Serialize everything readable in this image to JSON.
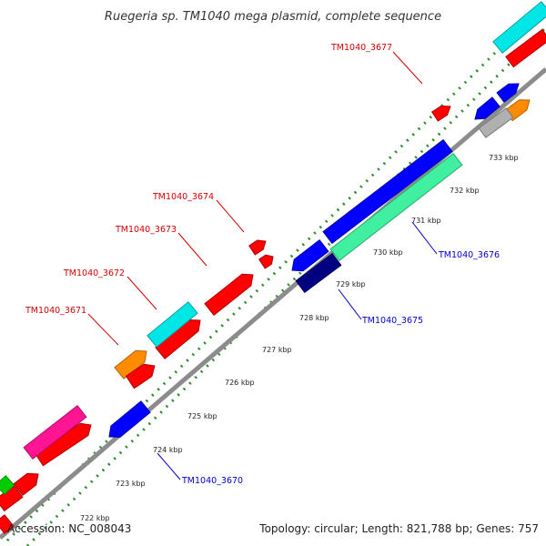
{
  "title": "Ruegeria sp. TM1040 mega plasmid, complete sequence",
  "accession": "Accession: NC_008043",
  "summary": "Topology: circular; Length: 821,788 bp; Genes: 757",
  "colors": {
    "backbone": "#8c8c8c",
    "dots": "#2e8b2e",
    "label_forward": "#d40000",
    "label_reverse": "#0000cc"
  },
  "ticks": [
    "722 kbp",
    "723 kbp",
    "724 kbp",
    "725 kbp",
    "726 kbp",
    "727 kbp",
    "728 kbp",
    "729 kbp",
    "730 kbp",
    "731 kbp",
    "732 kbp",
    "733 kbp"
  ],
  "gene_labels": [
    {
      "text": "TM1040_3677",
      "strand": "forward"
    },
    {
      "text": "TM1040_3674",
      "strand": "forward"
    },
    {
      "text": "TM1040_3673",
      "strand": "forward"
    },
    {
      "text": "TM1040_3672",
      "strand": "forward"
    },
    {
      "text": "TM1040_3671",
      "strand": "forward"
    },
    {
      "text": "TM1040_3676",
      "strand": "reverse"
    },
    {
      "text": "TM1040_3675",
      "strand": "reverse"
    },
    {
      "text": "TM1040_3670",
      "strand": "reverse"
    }
  ],
  "features": [
    {
      "color": "#00e5e5"
    },
    {
      "color": "#ff0000"
    },
    {
      "color": "#ff0000"
    },
    {
      "color": "#ff0000"
    },
    {
      "color": "#ff0000"
    },
    {
      "color": "#ff0000"
    },
    {
      "color": "#ff8c00"
    },
    {
      "color": "#ff0000"
    },
    {
      "color": "#00e5e5"
    },
    {
      "color": "#ff0000"
    },
    {
      "color": "#ff8c00"
    },
    {
      "color": "#ff0000"
    },
    {
      "color": "#ff1493"
    },
    {
      "color": "#ff0000"
    },
    {
      "color": "#ff0000"
    },
    {
      "color": "#ff0000"
    },
    {
      "color": "#00cc00"
    },
    {
      "color": "#0000ff"
    },
    {
      "color": "#0000ff"
    },
    {
      "color": "#ff8c00"
    },
    {
      "color": "#b0b0b0"
    },
    {
      "color": "#0000ff"
    },
    {
      "color": "#40f0a0"
    },
    {
      "color": "#0000ff"
    },
    {
      "color": "#000080"
    },
    {
      "color": "#0000ff"
    }
  ]
}
